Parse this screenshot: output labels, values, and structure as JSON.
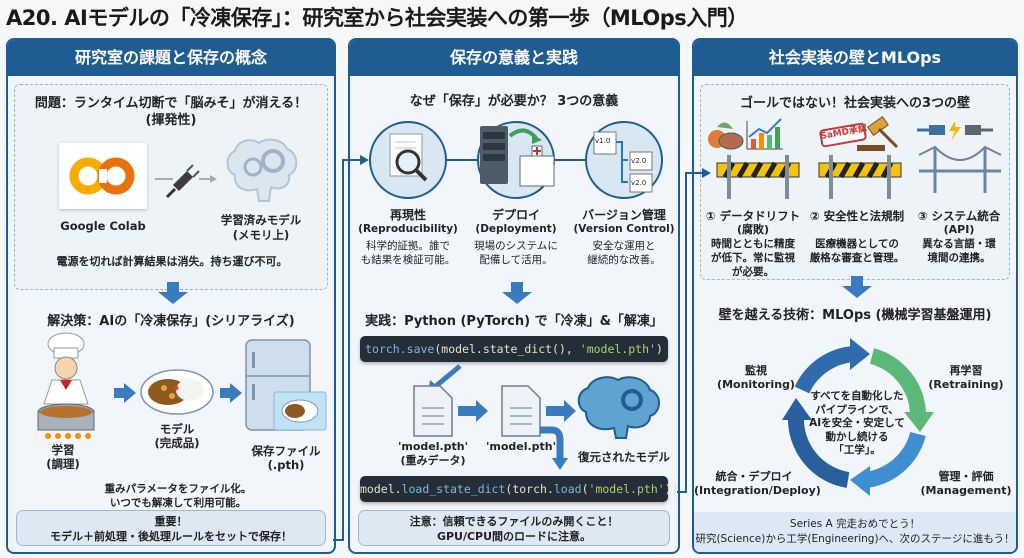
{
  "title": "A20. AIモデルの「冷凍保存」：研究室から社会実装への第一歩（MLOps入門）",
  "colors": {
    "header_blue": "#1f5c91",
    "accent_orange": "#f29100",
    "green": "#5cb878",
    "code_bg": "#252d38"
  },
  "panel1": {
    "header": "研究室の課題と保存の概念",
    "problem": {
      "title_line1": "問題：ランタイム切断で「脳みそ」が消える！",
      "title_line2": "(揮発性)",
      "colab_label": "Google Colab",
      "colab_logo_text": "CO",
      "model_label_line1": "学習済みモデル",
      "model_label_line2": "(メモリ上)",
      "caption": "電源を切れば計算結果は消失。持ち運び不可。"
    },
    "solution": {
      "title": "解決策：AIの「冷凍保存」(シリアライズ)",
      "chef_label_line1": "学習",
      "chef_label_line2": "(調理)",
      "dish_label_line1": "モデル",
      "dish_label_line2": "(完成品)",
      "fridge_label_line1": "保存ファイル",
      "fridge_label_line2": "(.pth)",
      "caption_line1": "重みパラメータをファイル化。",
      "caption_line2": "いつでも解凍して利用可能。"
    },
    "note_line1": "重要！",
    "note_line2": "モデル＋前処理・後処理ルールをセットで保存！"
  },
  "panel2": {
    "header": "保存の意義と実践",
    "why_title": "なぜ「保存」が必要か？ 3つの意義",
    "meanings": [
      {
        "icon": "magnifier-document-icon",
        "title": "再現性",
        "en": "(Reproducibility)",
        "desc_line1": "科学的証拠。誰で",
        "desc_line2": "も結果を検証可能。"
      },
      {
        "icon": "server-hospital-icon",
        "title": "デプロイ",
        "en": "(Deployment)",
        "desc_line1": "現場のシステムに",
        "desc_line2": "配備して活用。"
      },
      {
        "icon": "version-branch-icon",
        "title": "バージョン管理",
        "en": "(Version Control)",
        "desc_line1": "安全な運用と",
        "desc_line2": "継続的な改善。"
      }
    ],
    "version_tags": [
      "v1.0",
      "v2.0",
      "v2.0"
    ],
    "practice_title": "実践：Python (PyTorch) で「冷凍」&「解凍」",
    "code_save": {
      "fn": "torch.save",
      "args": "(model.state_dict(), ",
      "str": "'model.pth'",
      "end": ")"
    },
    "file1_line1": "'model.pth'",
    "file1_line2": "(重みデータ)",
    "file2_label": "'model.pth'",
    "restored_label": "復元されたモデル",
    "code_load": {
      "pre": "model.",
      "fn1": "load_state_dict",
      "mid": "(torch.",
      "fn2": "load",
      "open": "(",
      "str": "'model.pth'",
      "end": "))"
    },
    "note_line1": "注意：信頼できるファイルのみ開くこと！",
    "note_line2": "GPU/CPU間のロードに注意。"
  },
  "panel3": {
    "header": "社会実装の壁とMLOps",
    "walls_title": "ゴールではない！社会実装への3つの壁",
    "stamp_text": "SaMD承認",
    "walls": [
      {
        "title": "① データドリフト",
        "sub": "(腐敗)",
        "desc_line1": "時間とともに精度",
        "desc_line2": "が低下。常に監視",
        "desc_line3": "が必要。"
      },
      {
        "title": "② 安全性と法規制",
        "sub": "",
        "desc_line1": "医療機器としての",
        "desc_line2": "厳格な審査と管理。",
        "desc_line3": ""
      },
      {
        "title": "③ システム統合",
        "sub": "(API)",
        "desc_line1": "異なる言語・環",
        "desc_line2": "境間の連携。",
        "desc_line3": ""
      }
    ],
    "mlops_title": "壁を越える技術：MLOps (機械学習基盤運用)",
    "cycle": [
      {
        "ja": "監視",
        "en": "(Monitoring)"
      },
      {
        "ja": "再学習",
        "en": "(Retraining)"
      },
      {
        "ja": "管理・評価",
        "en": "(Management)"
      },
      {
        "ja": "統合・デプロイ",
        "en": "(Integration/Deploy)"
      }
    ],
    "center_lines": [
      "すべてを自動化した",
      "パイプラインで、",
      "AIを安全・安定して",
      "動かし続ける",
      "「工学」。"
    ],
    "footer_line1": "Series A 完走おめでとう！",
    "footer_line2": "研究(Science)から工学(Engineering)へ、次のステージに進もう！"
  }
}
